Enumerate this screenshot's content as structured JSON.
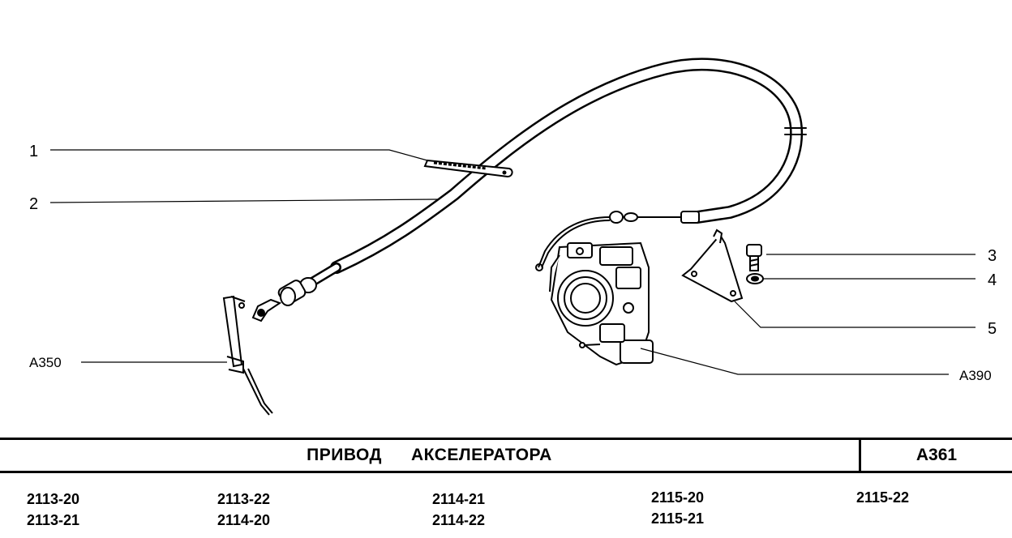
{
  "callouts": {
    "c1": "1",
    "c2": "2",
    "c3": "3",
    "c4": "4",
    "c5": "5",
    "a350": "A350",
    "a390": "A390"
  },
  "title": {
    "word1": "ПРИВОД",
    "word2": "АКСЕЛЕРАТОРА",
    "code": "A361"
  },
  "models": [
    "2113-20",
    "2113-21",
    "2113-22",
    "2114-20",
    "2114-21",
    "2114-22",
    "2115-20",
    "2115-21",
    "2115-22"
  ]
}
